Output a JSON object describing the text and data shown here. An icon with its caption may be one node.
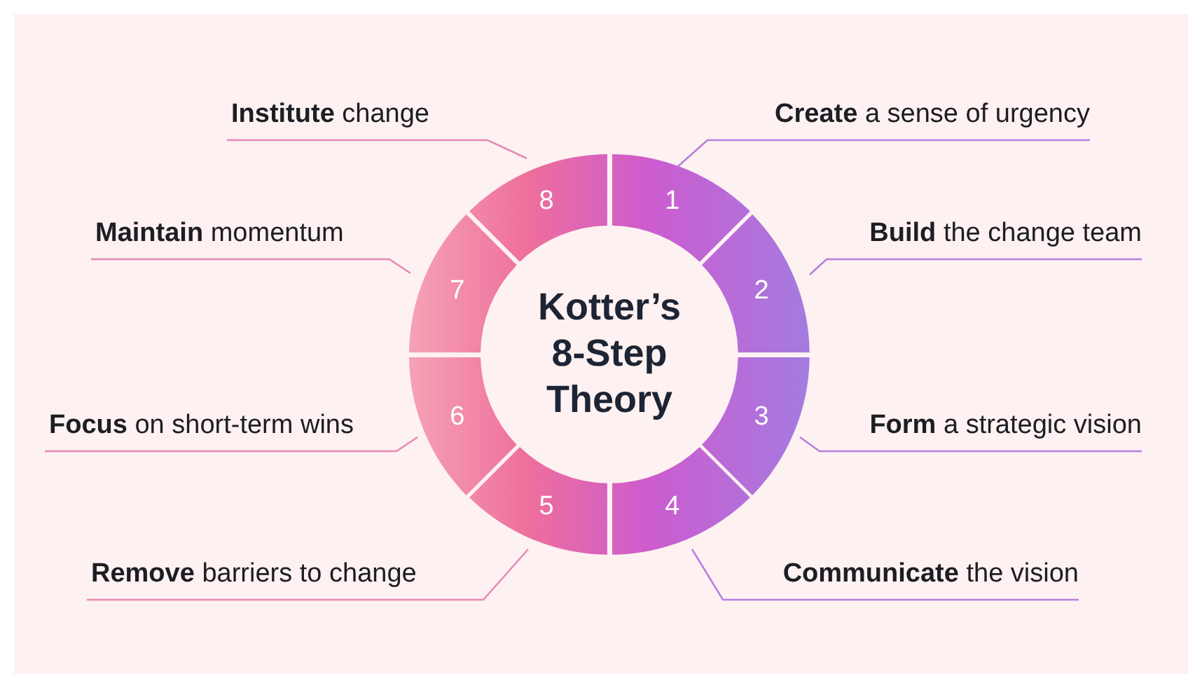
{
  "diagram": {
    "title": "Kotter’s 8-Step Theory",
    "nodes": [
      {
        "text": [
          "1"
        ]
      },
      {
        "text": [
          "2"
        ]
      },
      {
        "text": [
          "3"
        ]
      },
      {
        "text": [
          "4"
        ]
      },
      {
        "text": [
          "5"
        ]
      },
      {
        "text": [
          "6"
        ]
      },
      {
        "text": [
          "7"
        ]
      },
      {
        "text": [
          "8"
        ]
      },
      {
        "text": [
          "**Create** a sense of urgency"
        ]
      },
      {
        "text": [
          "**Build** the change team"
        ]
      },
      {
        "text": [
          "**Form** a strategic vision"
        ]
      },
      {
        "text": [
          "**Communicate** the vision"
        ]
      },
      {
        "text": [
          "**Remove** barriers to change"
        ]
      },
      {
        "text": [
          "**Focus** on short-term wins"
        ]
      },
      {
        "text": [
          "**Maintain** momentum"
        ]
      },
      {
        "text": [
          "**Institute** change"
        ]
      }
    ],
    "edges": [
      {
        "from": 8,
        "to": 0,
        "arrow": "none",
        "color": "#b97ee0"
      },
      {
        "from": 9,
        "to": 1,
        "arrow": "none",
        "color": "#b97ee0"
      },
      {
        "from": 10,
        "to": 2,
        "arrow": "none",
        "color": "#b97ee0"
      },
      {
        "from": 11,
        "to": 3,
        "arrow": "none",
        "color": "#b97ee0"
      },
      {
        "from": 12,
        "to": 4,
        "arrow": "none",
        "color": "#e889b6"
      },
      {
        "from": 13,
        "to": 5,
        "arrow": "none",
        "color": "#e889b6"
      },
      {
        "from": 14,
        "to": 6,
        "arrow": "none",
        "color": "#e889b6"
      },
      {
        "from": 15,
        "to": 7,
        "arrow": "none",
        "color": "#e889b6"
      }
    ]
  }
}
